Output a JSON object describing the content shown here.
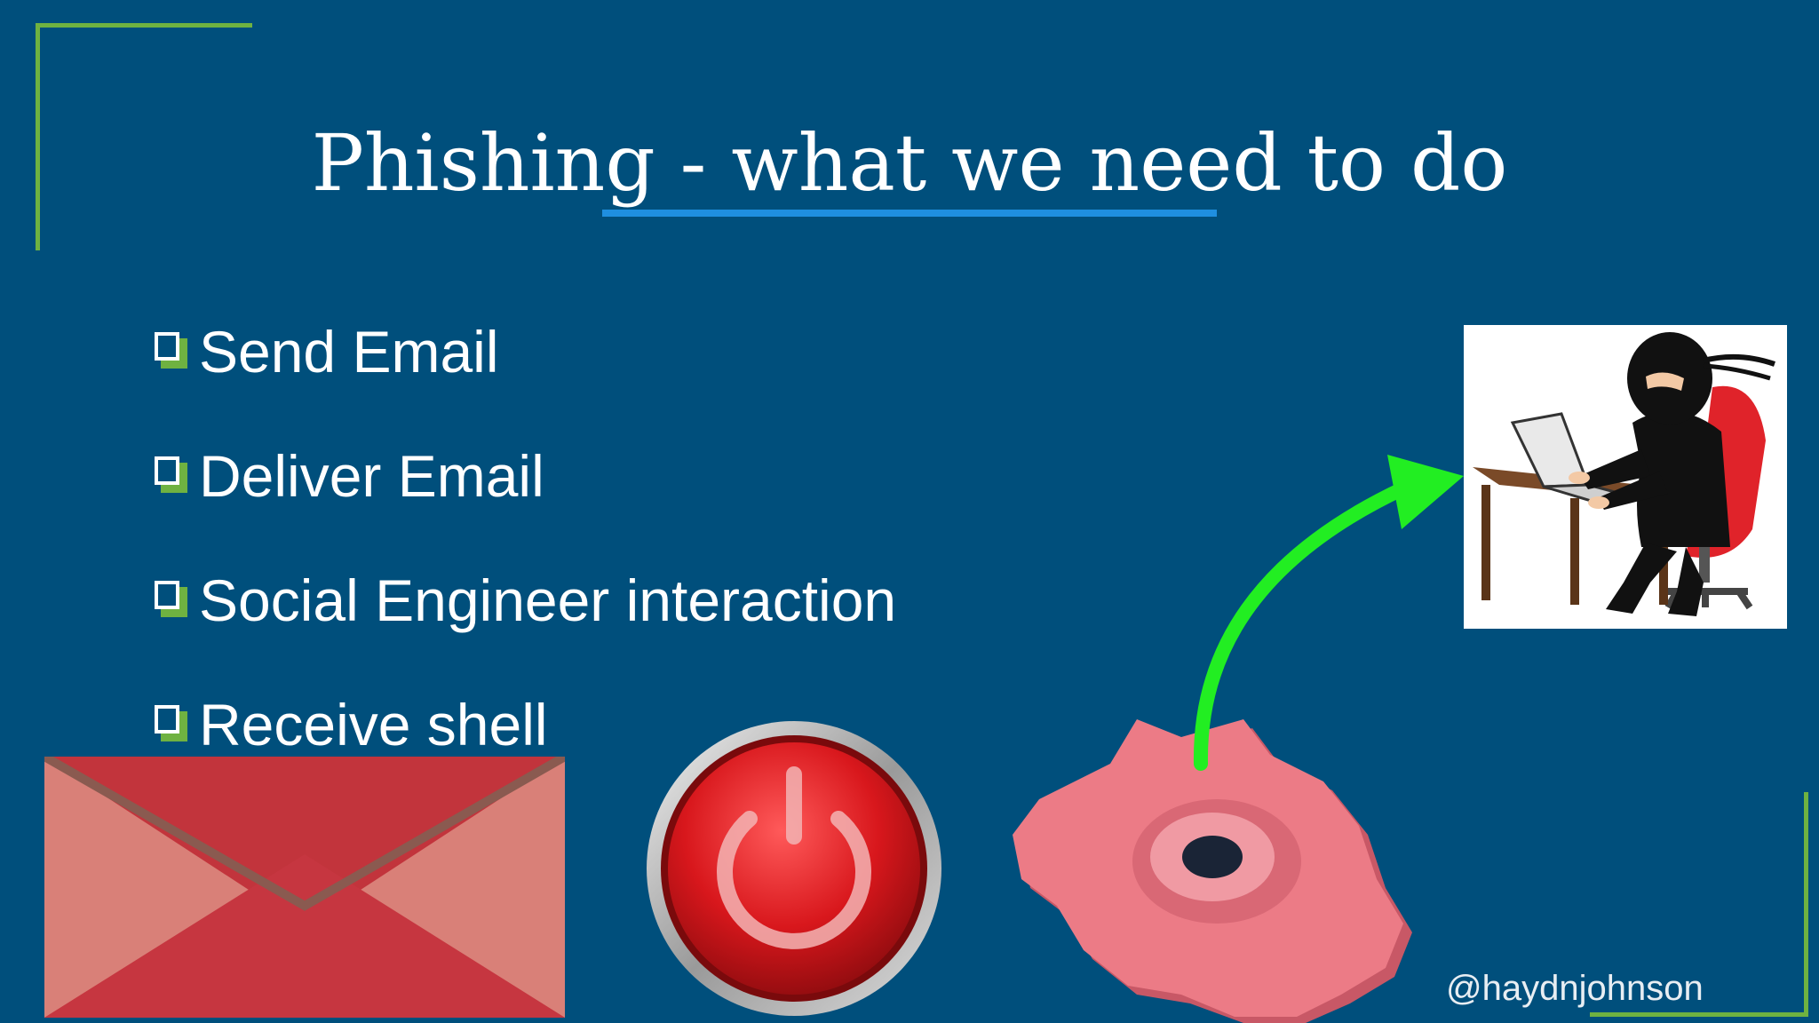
{
  "slide": {
    "title": "Phishing - what we need to do",
    "bullets": [
      "Send Email",
      "Deliver Email",
      "Social Engineer interaction",
      "Receive shell"
    ],
    "footer_handle": "@haydnjohnson"
  },
  "icons": {
    "envelope": "envelope-icon",
    "power": "power-button-icon",
    "gear": "gear-icon",
    "arrow": "curved-arrow-icon",
    "hacker": "hacker-at-laptop-illustration"
  },
  "colors": {
    "background": "#004f7c",
    "accent_green": "#6fb241",
    "underline_blue": "#1f8fe0",
    "arrow_green": "#22ee22",
    "envelope_red": "#c2343c",
    "power_red": "#d8171c",
    "gear_pink": "#ec7b86"
  }
}
